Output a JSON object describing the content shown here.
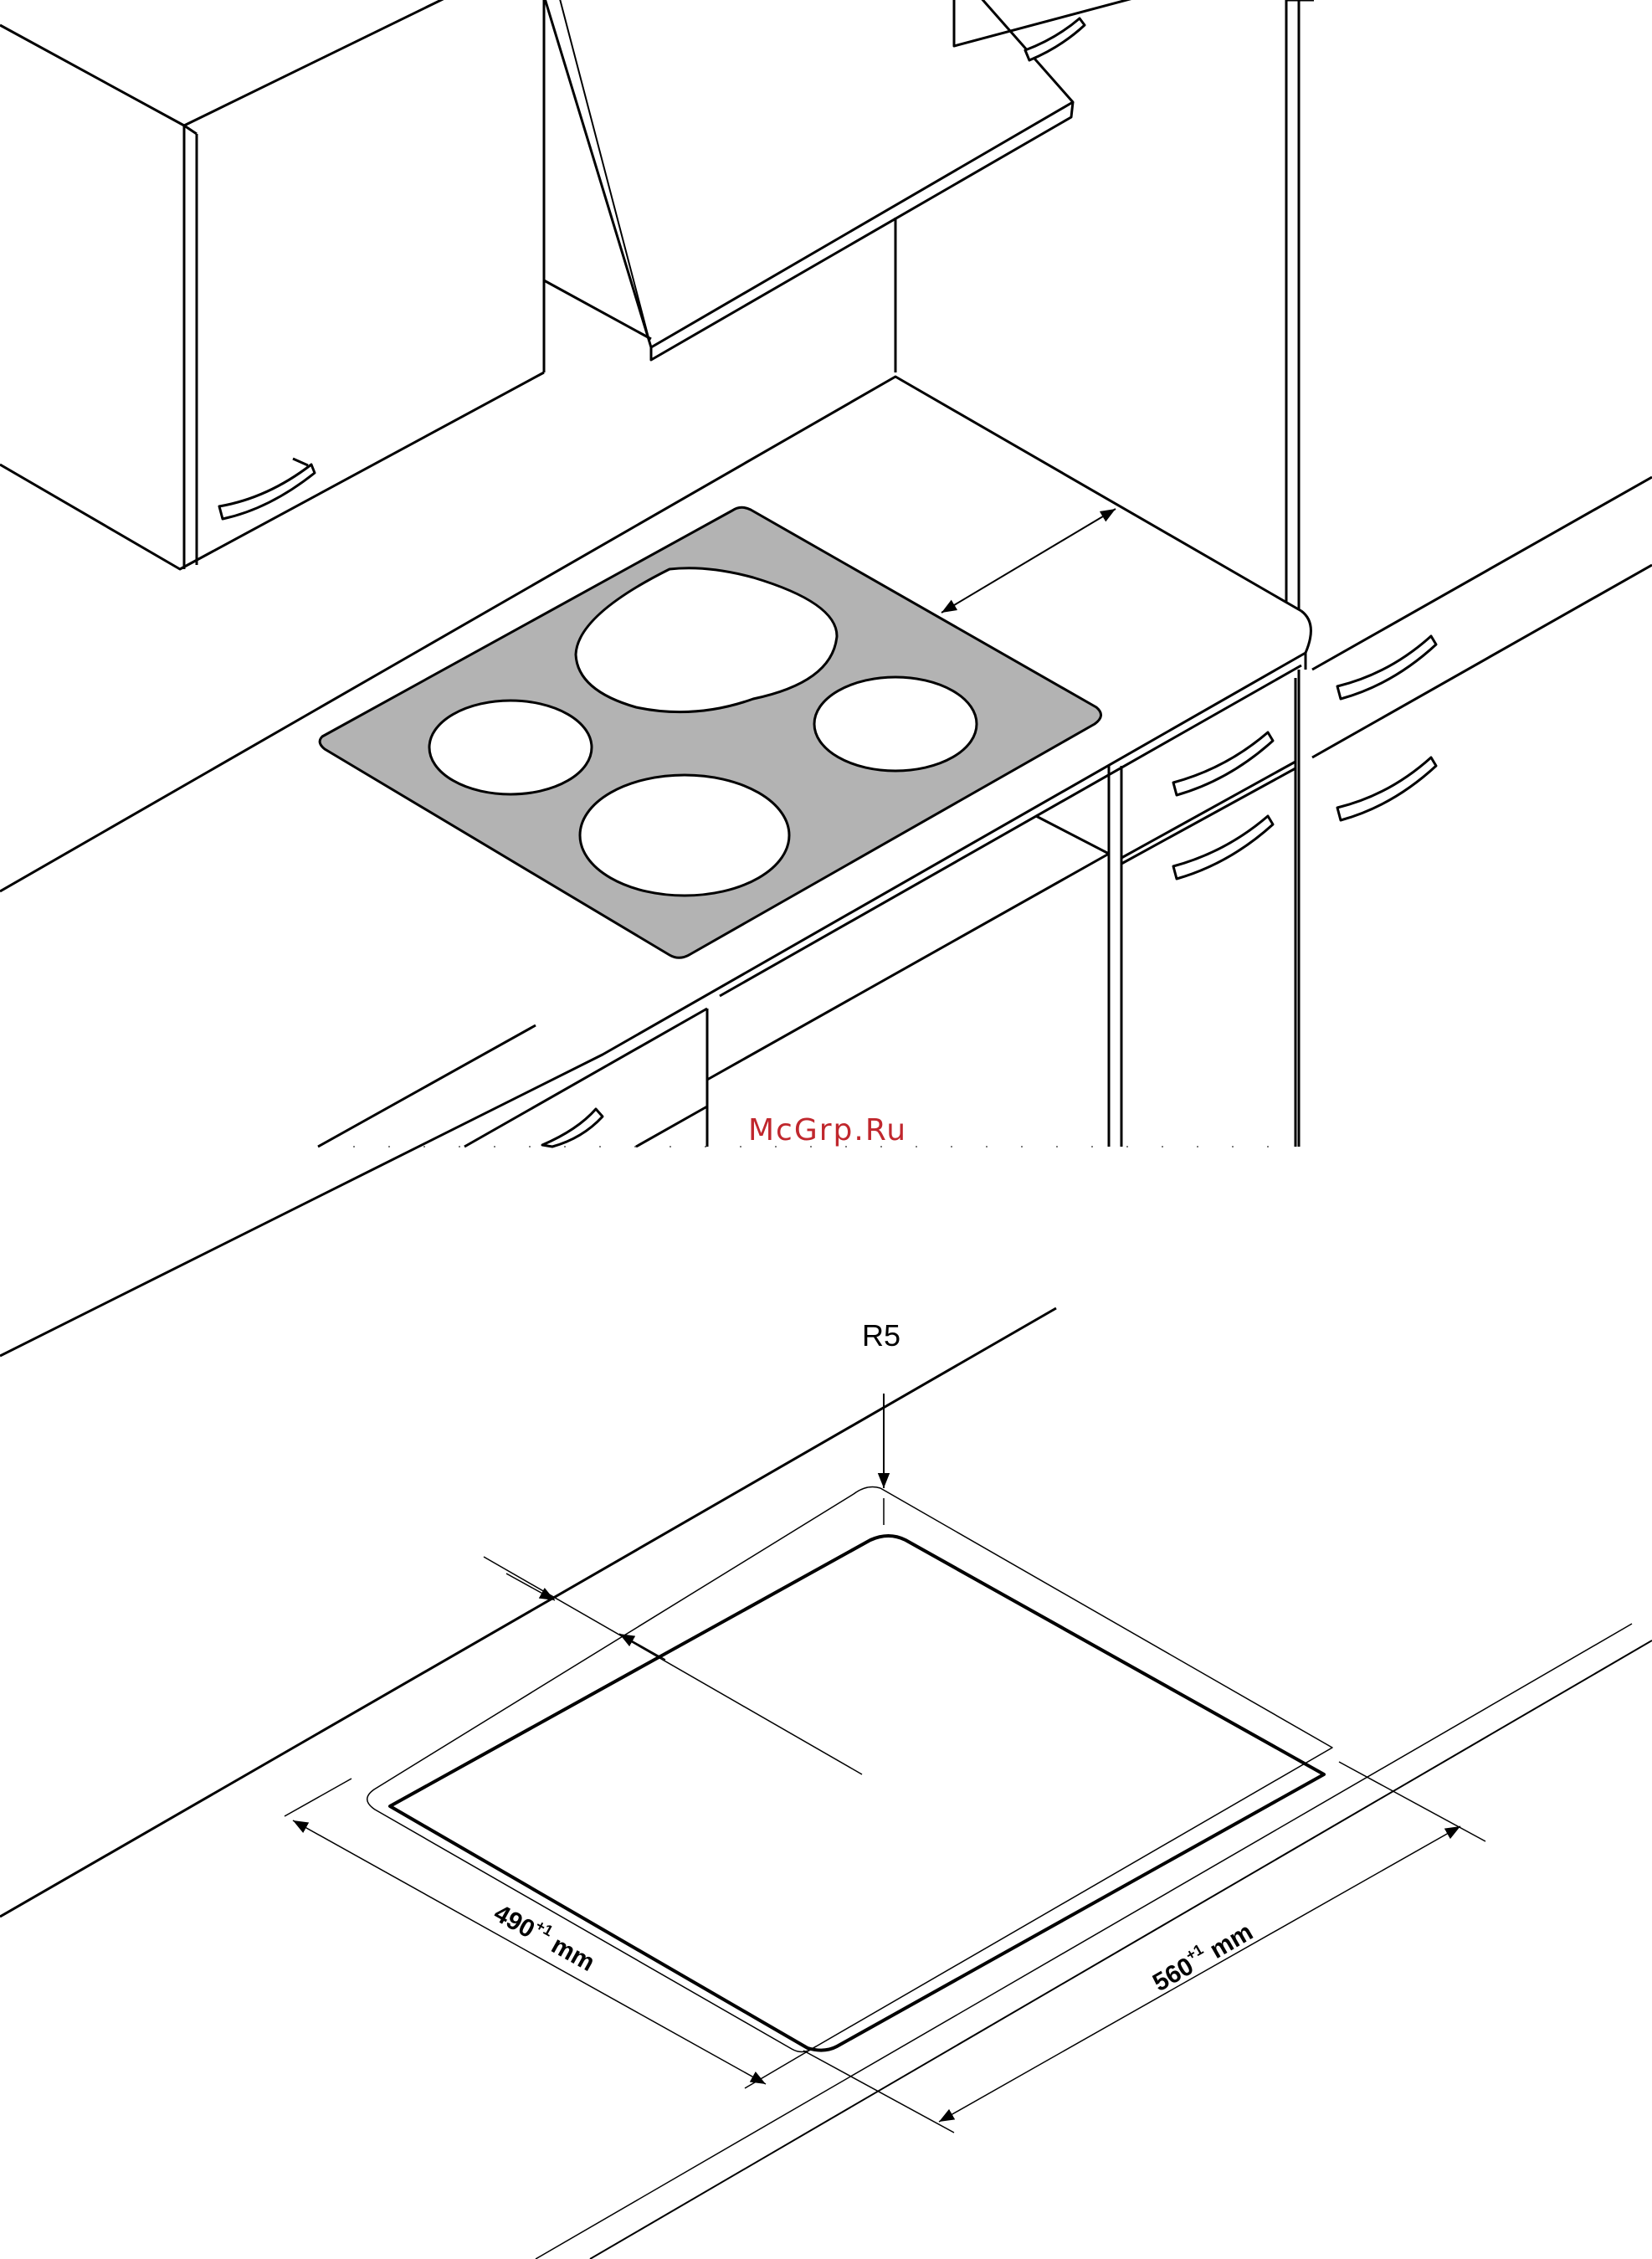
{
  "watermark": "McGrp.Ru",
  "cutout": {
    "radius_label": "R5",
    "depth_value": "490",
    "depth_tolerance": "+1",
    "depth_unit": "mm",
    "width_value": "560",
    "width_tolerance": "+1",
    "width_unit": "mm"
  },
  "colors": {
    "hob_glass": "#b3b3b3",
    "line": "#000000",
    "watermark": "#c0272d"
  }
}
